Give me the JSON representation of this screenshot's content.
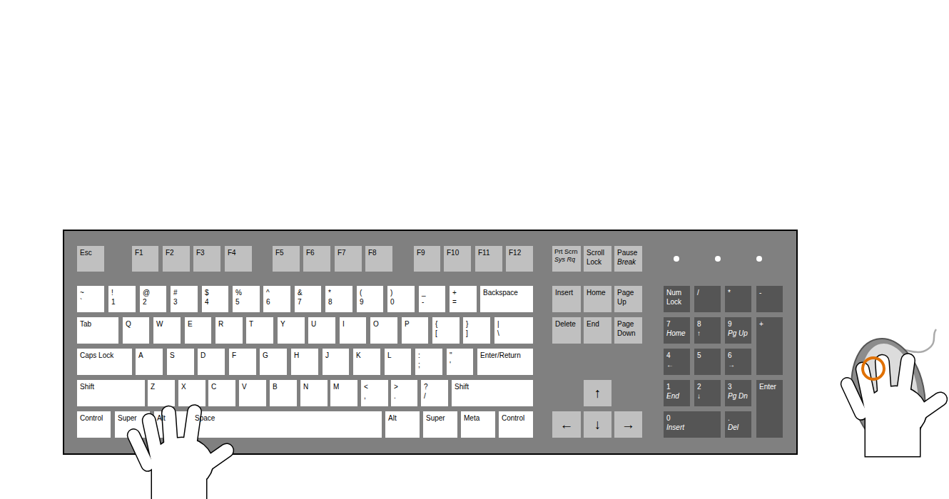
{
  "diagram": {
    "nodes": [
      {
        "text": [
          "Esc"
        ]
      },
      {
        "text": [
          "F1"
        ]
      },
      {
        "text": [
          "F2"
        ]
      },
      {
        "text": [
          "F3"
        ]
      },
      {
        "text": [
          "F4"
        ]
      },
      {
        "text": [
          "F5"
        ]
      },
      {
        "text": [
          "F6"
        ]
      },
      {
        "text": [
          "F7"
        ]
      },
      {
        "text": [
          "F8"
        ]
      },
      {
        "text": [
          "F9"
        ]
      },
      {
        "text": [
          "F10"
        ]
      },
      {
        "text": [
          "F11"
        ]
      },
      {
        "text": [
          "F12"
        ]
      },
      {
        "text": [
          "Prt Scrn",
          "Sys Rq"
        ]
      },
      {
        "text": [
          "Scroll Lock"
        ]
      },
      {
        "text": [
          "Pause",
          "Break"
        ]
      },
      {
        "text": [
          "~",
          "`"
        ]
      },
      {
        "text": [
          "!",
          "1"
        ]
      },
      {
        "text": [
          "@",
          "2"
        ]
      },
      {
        "text": [
          "#",
          "3"
        ]
      },
      {
        "text": [
          "$",
          "4"
        ]
      },
      {
        "text": [
          "%",
          "5"
        ]
      },
      {
        "text": [
          "^",
          "6"
        ]
      },
      {
        "text": [
          "&",
          "7"
        ]
      },
      {
        "text": [
          "*",
          "8"
        ]
      },
      {
        "text": [
          "(",
          "9"
        ]
      },
      {
        "text": [
          ")",
          "0"
        ]
      },
      {
        "text": [
          "_",
          "-"
        ]
      },
      {
        "text": [
          "+",
          "="
        ]
      },
      {
        "text": [
          "Backspace"
        ]
      },
      {
        "text": [
          "Insert"
        ]
      },
      {
        "text": [
          "Home"
        ]
      },
      {
        "text": [
          "Page Up"
        ]
      },
      {
        "text": [
          "Num Lock"
        ]
      },
      {
        "text": [
          "/"
        ]
      },
      {
        "text": [
          "*"
        ]
      },
      {
        "text": [
          "-"
        ]
      },
      {
        "text": [
          "Tab"
        ]
      },
      {
        "text": [
          "Q"
        ]
      },
      {
        "text": [
          "W"
        ]
      },
      {
        "text": [
          "E"
        ]
      },
      {
        "text": [
          "R"
        ]
      },
      {
        "text": [
          "T"
        ]
      },
      {
        "text": [
          "Y"
        ]
      },
      {
        "text": [
          "U"
        ]
      },
      {
        "text": [
          "I"
        ]
      },
      {
        "text": [
          "O"
        ]
      },
      {
        "text": [
          "P"
        ]
      },
      {
        "text": [
          "{",
          "["
        ]
      },
      {
        "text": [
          "}",
          "]"
        ]
      },
      {
        "text": [
          "|",
          "\\"
        ]
      },
      {
        "text": [
          "Delete"
        ]
      },
      {
        "text": [
          "End"
        ]
      },
      {
        "text": [
          "Page Down"
        ]
      },
      {
        "text": [
          "7",
          "Home"
        ]
      },
      {
        "text": [
          "8",
          "↑"
        ]
      },
      {
        "text": [
          "9",
          "Pg Up"
        ]
      },
      {
        "text": [
          "+"
        ]
      },
      {
        "text": [
          "Caps Lock"
        ]
      },
      {
        "text": [
          "A"
        ]
      },
      {
        "text": [
          "S"
        ]
      },
      {
        "text": [
          "D"
        ]
      },
      {
        "text": [
          "F"
        ]
      },
      {
        "text": [
          "G"
        ]
      },
      {
        "text": [
          "H"
        ]
      },
      {
        "text": [
          "J"
        ]
      },
      {
        "text": [
          "K"
        ]
      },
      {
        "text": [
          "L"
        ]
      },
      {
        "text": [
          ":",
          ";"
        ]
      },
      {
        "text": [
          "\"",
          "'"
        ]
      },
      {
        "text": [
          "Enter/Return"
        ]
      },
      {
        "text": [
          "4",
          "←"
        ]
      },
      {
        "text": [
          "5"
        ]
      },
      {
        "text": [
          "6",
          "→"
        ]
      },
      {
        "text": [
          "Shift"
        ]
      },
      {
        "text": [
          "Z"
        ]
      },
      {
        "text": [
          "X"
        ]
      },
      {
        "text": [
          "C"
        ]
      },
      {
        "text": [
          "V"
        ]
      },
      {
        "text": [
          "B"
        ]
      },
      {
        "text": [
          "N"
        ]
      },
      {
        "text": [
          "M"
        ]
      },
      {
        "text": [
          "<",
          ","
        ]
      },
      {
        "text": [
          ">",
          "."
        ]
      },
      {
        "text": [
          "?",
          "/"
        ]
      },
      {
        "text": [
          "Shift"
        ]
      },
      {
        "text": [
          "↑"
        ]
      },
      {
        "text": [
          "1",
          "End"
        ]
      },
      {
        "text": [
          "2",
          "↓"
        ]
      },
      {
        "text": [
          "3",
          "Pg Dn"
        ]
      },
      {
        "text": [
          "Enter"
        ]
      },
      {
        "text": [
          "Control"
        ]
      },
      {
        "text": [
          "Super"
        ]
      },
      {
        "text": [
          "Alt"
        ]
      },
      {
        "text": [
          "Space"
        ]
      },
      {
        "text": [
          "Alt"
        ]
      },
      {
        "text": [
          "Super"
        ]
      },
      {
        "text": [
          "Meta"
        ]
      },
      {
        "text": [
          "Control"
        ]
      },
      {
        "text": [
          "←"
        ]
      },
      {
        "text": [
          "↓"
        ]
      },
      {
        "text": [
          "→"
        ]
      },
      {
        "text": [
          "0",
          "Insert"
        ]
      },
      {
        "text": [
          ".",
          "Del"
        ]
      }
    ]
  }
}
